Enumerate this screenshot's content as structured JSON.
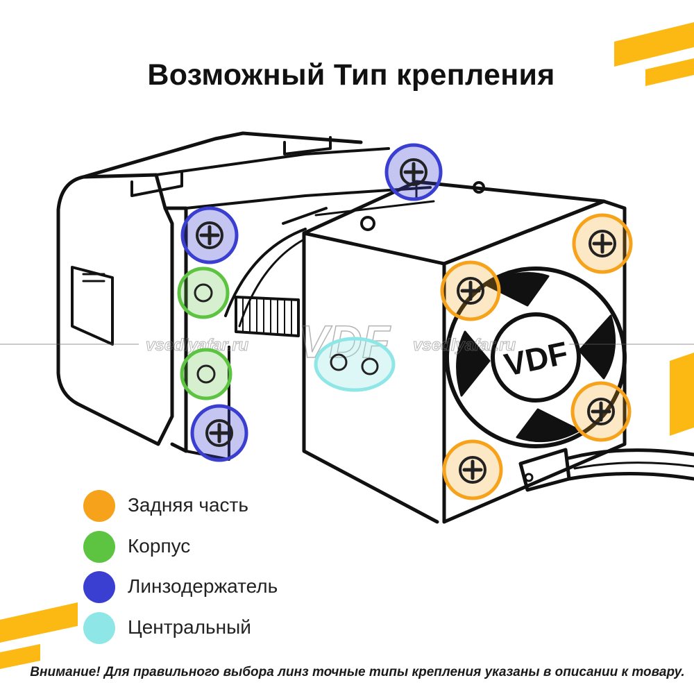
{
  "title": "Возможный Тип крепления",
  "watermark": {
    "site": "vsedlyafar.ru",
    "brand": "VDF"
  },
  "fan_brand": "VDF",
  "legend": [
    {
      "label": "Задняя часть",
      "color": "#f7a21b"
    },
    {
      "label": "Корпус",
      "color": "#5cc441"
    },
    {
      "label": "Линзодержатель",
      "color": "#3a3fd1"
    },
    {
      "label": "Центральный",
      "color": "#8fe6e6"
    }
  ],
  "note": "Внимание! Для правильного выбора линз точные типы крепления указаны в описании к товару.",
  "colors": {
    "accent_stripes": "#fdb913",
    "back": "#f7a21b",
    "body": "#5cc441",
    "lens_holder": "#3a3fd1",
    "central": "#8fe6e6"
  }
}
